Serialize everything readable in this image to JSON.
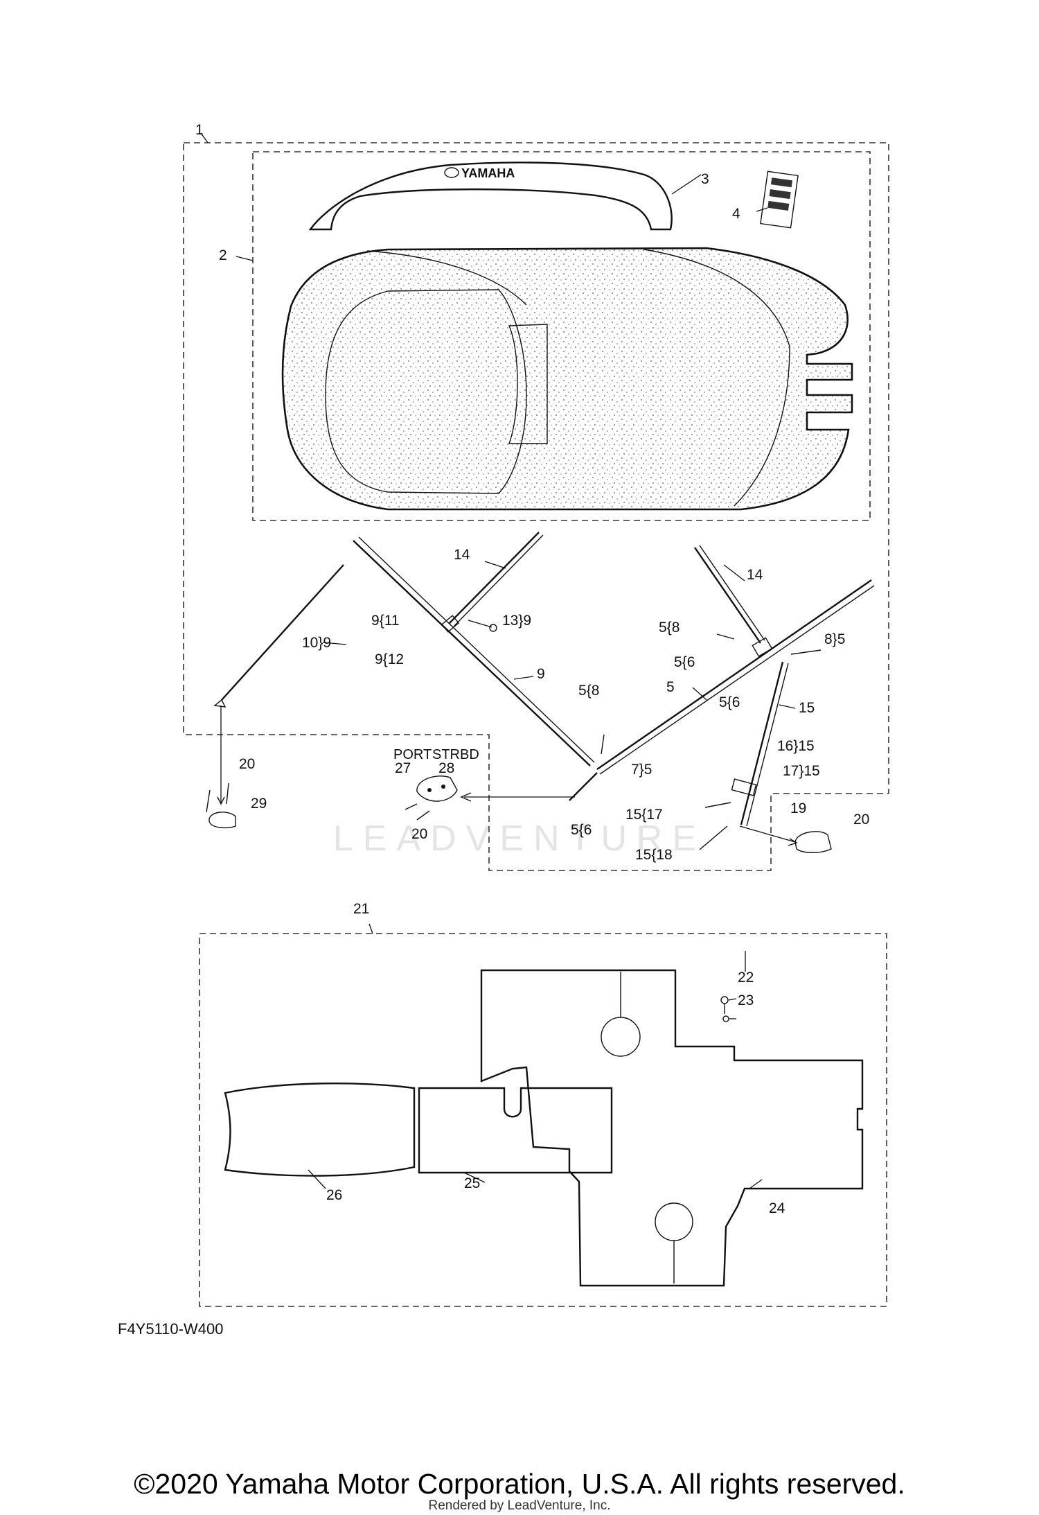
{
  "watermark": "LEADVENTURE",
  "brand_on_part": "YAMAHA",
  "callouts": {
    "c1": "1",
    "c2": "2",
    "c3": "3",
    "c4": "4",
    "c14a": "14",
    "c14b": "14",
    "c9_11": "9{11",
    "c13_9": "13}9",
    "c9_12": "9{12",
    "c10_9": "10}9",
    "c9": "9",
    "c5_8a": "5{8",
    "c8_5": "8}5",
    "c5_6a": "5{6",
    "c5": "5",
    "c5_6b": "5{6",
    "c15": "15",
    "c5_8b": "5{8",
    "c16_15": "16}15",
    "c17_15": "17}15",
    "c7_5": "7}5",
    "c5_6c": "5{6",
    "c15_17": "15{17",
    "c15_18": "15{18",
    "c19": "19",
    "c20a": "20",
    "c20b": "20",
    "c20c": "20",
    "c29": "29",
    "c27": "27",
    "c28": "28",
    "c21": "21",
    "c22": "22",
    "c23": "23",
    "c24": "24",
    "c25": "25",
    "c26": "26"
  },
  "side_labels": {
    "port": "PORT",
    "strbd": "STRBD"
  },
  "drawing_code": "F4Y5110-W400",
  "copyright": "©2020 Yamaha Motor Corporation, U.S.A. All rights reserved.",
  "rendered_by": "Rendered by LeadVenture, Inc."
}
